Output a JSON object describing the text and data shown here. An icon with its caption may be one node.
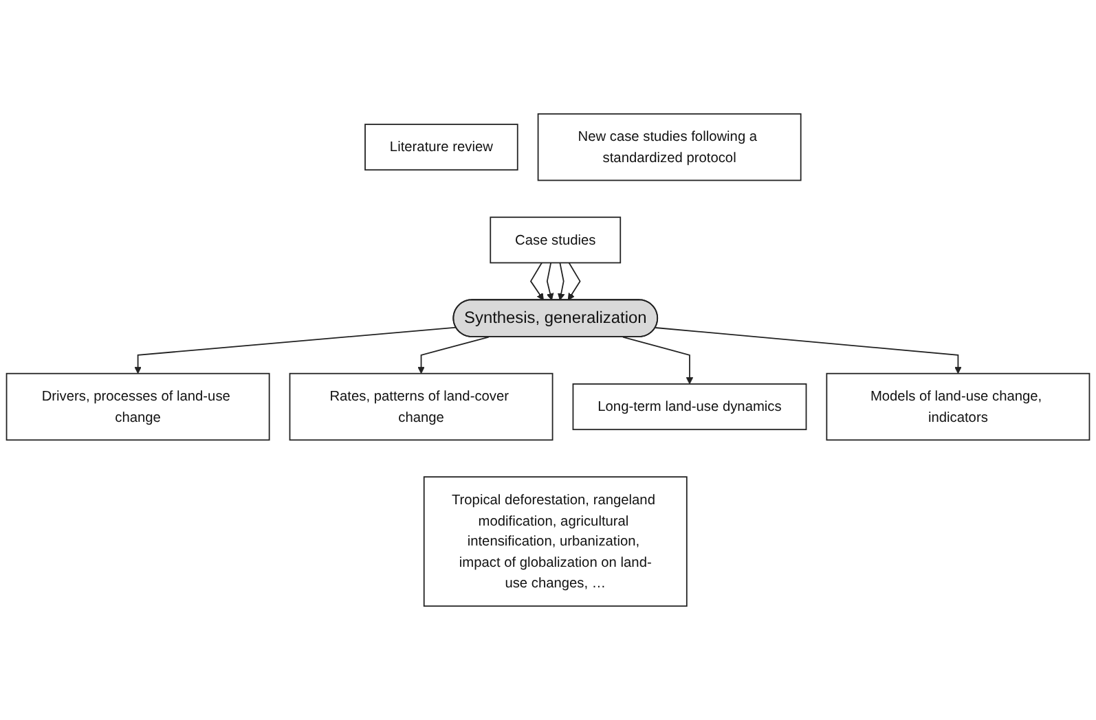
{
  "diagram": {
    "nodes": [
      {
        "text": [
          "Literature review"
        ]
      },
      {
        "text": [
          "New case studies following a standardized protocol"
        ]
      },
      {
        "text": [
          "Case studies"
        ]
      },
      {
        "text": [
          "Synthesis, generalization"
        ]
      },
      {
        "text": [
          "Drivers, processes of land-use change"
        ]
      },
      {
        "text": [
          "Rates, patterns of land-cover change"
        ]
      },
      {
        "text": [
          "Long-term land-use dynamics"
        ]
      },
      {
        "text": [
          "Models of land-use change, indicators"
        ]
      },
      {
        "text": [
          "Tropical deforestation, rangeland modification, agricultural intensification, urbanization, impact of globalization on land-use changes, …"
        ]
      }
    ],
    "edges": [
      {
        "from": 2,
        "to": 3,
        "arrow": "to"
      },
      {
        "from": 2,
        "to": 3,
        "arrow": "to"
      },
      {
        "from": 2,
        "to": 3,
        "arrow": "to"
      },
      {
        "from": 2,
        "to": 3,
        "arrow": "to"
      },
      {
        "from": 3,
        "to": 4,
        "arrow": "to"
      },
      {
        "from": 3,
        "to": 5,
        "arrow": "to"
      },
      {
        "from": 3,
        "to": 6,
        "arrow": "to"
      },
      {
        "from": 3,
        "to": 7,
        "arrow": "to"
      }
    ]
  }
}
